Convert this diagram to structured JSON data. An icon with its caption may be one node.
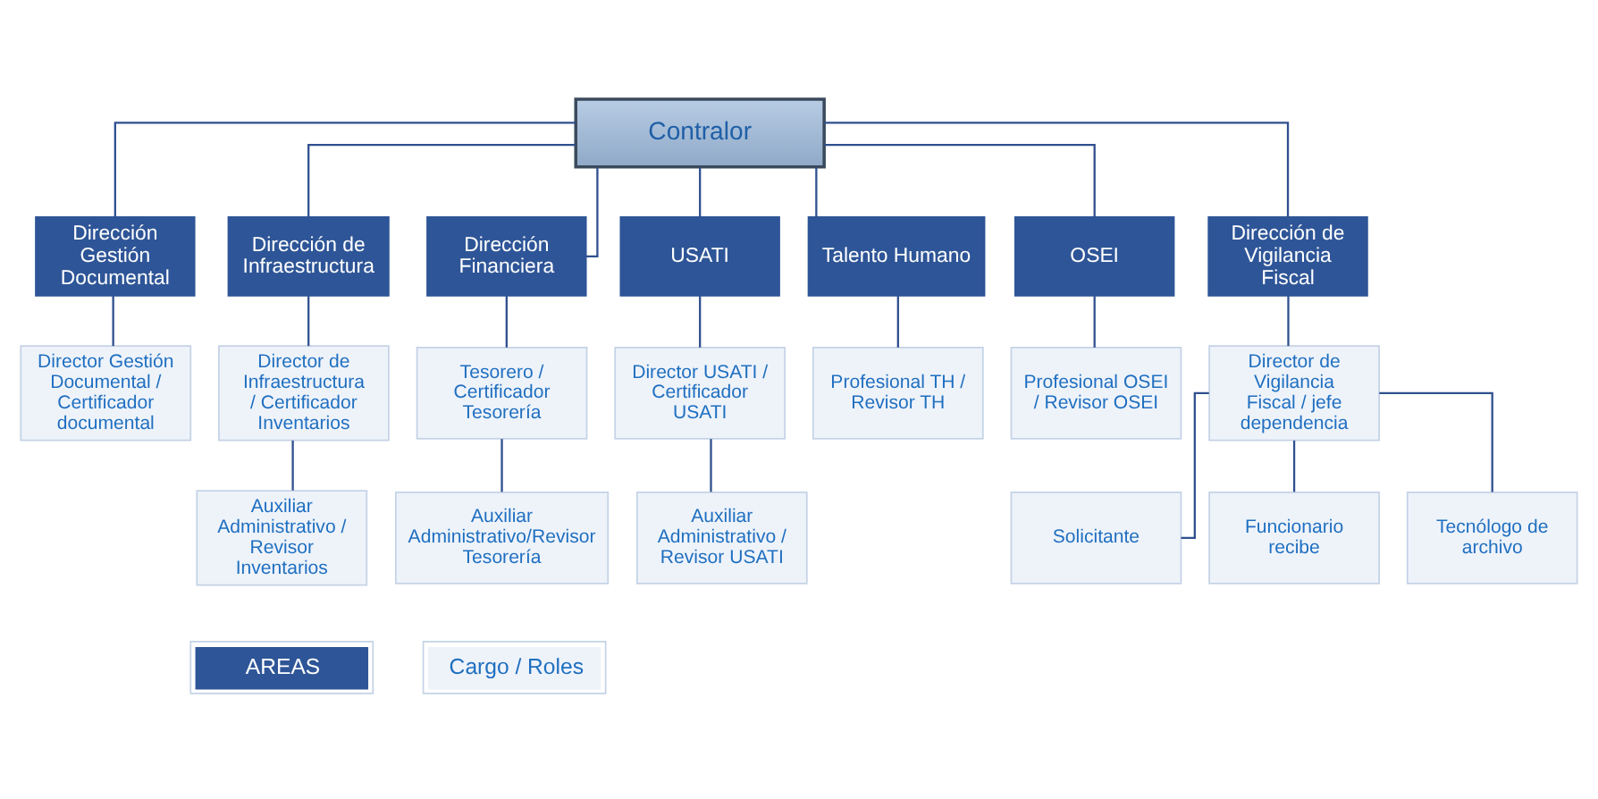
{
  "diagram": {
    "nodes": [
      {
        "text": [
          "Contralor"
        ]
      },
      {
        "text": [
          "Dirección Gestión Documental"
        ]
      },
      {
        "text": [
          "Dirección de Infraestructura"
        ]
      },
      {
        "text": [
          "Dirección Financiera"
        ]
      },
      {
        "text": [
          "USATI"
        ]
      },
      {
        "text": [
          "Talento Humano"
        ]
      },
      {
        "text": [
          "OSEI"
        ]
      },
      {
        "text": [
          "Dirección de Vigilancia Fiscal"
        ]
      },
      {
        "text": [
          "Director Gestión Documental / Certificador documental"
        ]
      },
      {
        "text": [
          "Director de Infraestructura / Certificador Inventarios"
        ]
      },
      {
        "text": [
          "Tesorero / Certificador Tesorería"
        ]
      },
      {
        "text": [
          "Director USATI / Certificador USATI"
        ]
      },
      {
        "text": [
          "Profesional TH / Revisor TH"
        ]
      },
      {
        "text": [
          "Profesional OSEI / Revisor OSEI"
        ]
      },
      {
        "text": [
          "Director de Vigilancia Fiscal / jefe dependencia"
        ]
      },
      {
        "text": [
          "Auxiliar Administrativo / Revisor Inventarios"
        ]
      },
      {
        "text": [
          "Auxiliar Administrativo/Revisor Tesorería"
        ]
      },
      {
        "text": [
          "Auxiliar Administrativo / Revisor USATI"
        ]
      },
      {
        "text": [
          "Solicitante"
        ]
      },
      {
        "text": [
          "Funcionario recibe"
        ]
      },
      {
        "text": [
          "Tecnólogo de archivo"
        ]
      }
    ],
    "edges": [
      {
        "from": 0,
        "to": 1,
        "arrow": "none"
      },
      {
        "from": 0,
        "to": 2,
        "arrow": "none"
      },
      {
        "from": 0,
        "to": 3,
        "arrow": "none"
      },
      {
        "from": 0,
        "to": 4,
        "arrow": "none"
      },
      {
        "from": 0,
        "to": 5,
        "arrow": "none"
      },
      {
        "from": 0,
        "to": 6,
        "arrow": "none"
      },
      {
        "from": 0,
        "to": 7,
        "arrow": "none"
      },
      {
        "from": 1,
        "to": 8,
        "arrow": "none"
      },
      {
        "from": 2,
        "to": 9,
        "arrow": "none"
      },
      {
        "from": 3,
        "to": 10,
        "arrow": "none"
      },
      {
        "from": 4,
        "to": 11,
        "arrow": "none"
      },
      {
        "from": 5,
        "to": 12,
        "arrow": "none"
      },
      {
        "from": 6,
        "to": 13,
        "arrow": "none"
      },
      {
        "from": 7,
        "to": 14,
        "arrow": "none"
      },
      {
        "from": 9,
        "to": 15,
        "arrow": "none"
      },
      {
        "from": 10,
        "to": 16,
        "arrow": "none"
      },
      {
        "from": 11,
        "to": 17,
        "arrow": "none"
      },
      {
        "from": 14,
        "to": 18,
        "arrow": "none"
      },
      {
        "from": 14,
        "to": 19,
        "arrow": "none"
      },
      {
        "from": 14,
        "to": 20,
        "arrow": "none"
      }
    ],
    "legend": [
      {
        "text": "AREAS",
        "color": "#2e5597"
      },
      {
        "text": "Cargo / Roles",
        "color": "#eef3fa"
      }
    ]
  }
}
